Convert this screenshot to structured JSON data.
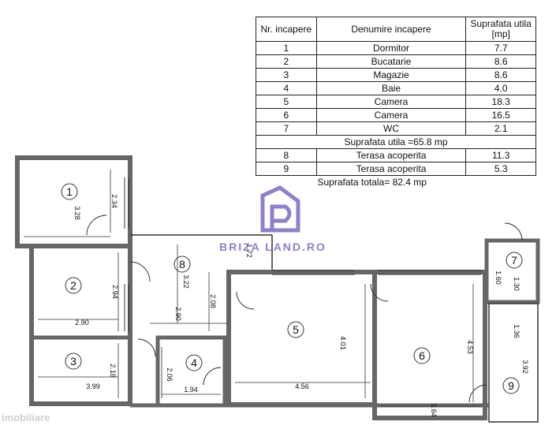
{
  "table": {
    "headers": [
      "Nr. incapere",
      "Denumire incapere",
      "Suprafata utila\n[mp]"
    ],
    "rows": [
      {
        "nr": "1",
        "name": "Dormitor",
        "area": "7.7"
      },
      {
        "nr": "2",
        "name": "Bucatarie",
        "area": "8.6"
      },
      {
        "nr": "3",
        "name": "Magazie",
        "area": "8.6"
      },
      {
        "nr": "4",
        "name": "Baie",
        "area": "4.0"
      },
      {
        "nr": "5",
        "name": "Camera",
        "area": "18.3"
      },
      {
        "nr": "6",
        "name": "Camera",
        "area": "16.5"
      },
      {
        "nr": "7",
        "name": "WC",
        "area": "2.1"
      }
    ],
    "subtotal": "Suprafata utila =65.8 mp",
    "rows2": [
      {
        "nr": "8",
        "name": "Terasa acoperita",
        "area": "11.3"
      },
      {
        "nr": "9",
        "name": "Terasa acoperita",
        "area": "5.3"
      }
    ],
    "total": "Suprafata totala= 82.4 mp"
  },
  "watermark": "BRIZA LAND.RO",
  "corner_text": "imobiliare",
  "rooms": [
    {
      "n": "1",
      "dims": [
        "3.28",
        "2.34"
      ]
    },
    {
      "n": "2",
      "dims": [
        "2.94",
        "2.90"
      ]
    },
    {
      "n": "3",
      "dims": [
        "2.18",
        "3.99"
      ]
    },
    {
      "n": "4",
      "dims": [
        "2.06",
        "1.94"
      ]
    },
    {
      "n": "5",
      "dims": [
        "4.01",
        "4.56"
      ]
    },
    {
      "n": "6",
      "dims": [
        "4.53",
        "3.64"
      ]
    },
    {
      "n": "7",
      "dims": [
        "1.60",
        "1.30"
      ]
    },
    {
      "n": "8",
      "dims": [
        "3.22",
        "2.08",
        "2.90",
        "1.72"
      ]
    },
    {
      "n": "9",
      "dims": [
        "3.92",
        "1.36"
      ]
    }
  ],
  "colors": {
    "wall": "#555555",
    "logo": "#7a6cc0"
  }
}
